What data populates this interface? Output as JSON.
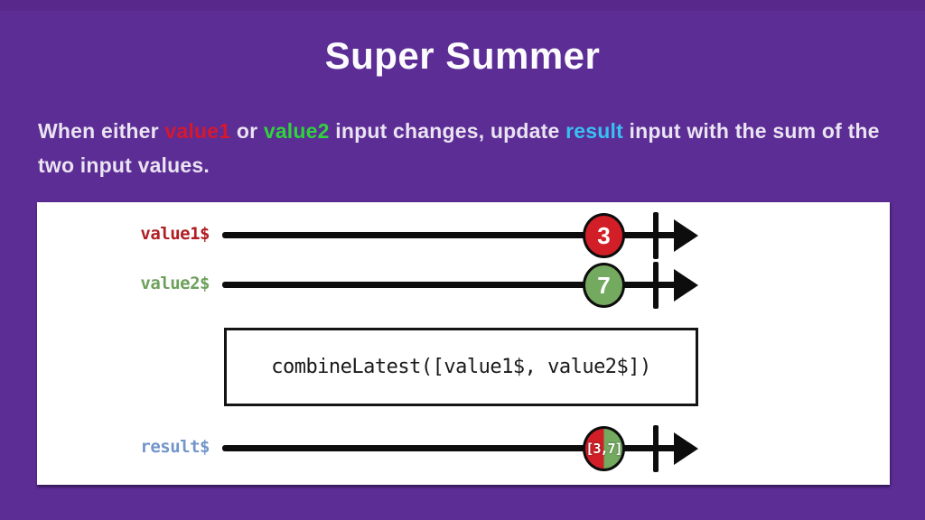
{
  "slide": {
    "title": "Super Summer",
    "description": {
      "seg1": "When either ",
      "value1_keyword": "value1",
      "seg2": " or ",
      "value2_keyword": "value2",
      "seg3": " input changes, update ",
      "result_keyword": "result",
      "seg4": " input with the sum of the",
      "seg5": "two input values."
    }
  },
  "diagram": {
    "streams": [
      {
        "label": "value1$",
        "marble_value": "3"
      },
      {
        "label": "value2$",
        "marble_value": "7"
      },
      {
        "label": "result$",
        "marble_value": "[3,7]"
      }
    ],
    "operator": "combineLatest([value1$, value2$])"
  },
  "colors": {
    "background": "#5c2d95",
    "top_strip": "#58298a",
    "title_text": "#fcfbfe",
    "body_text": "#eae4f2",
    "value1_keyword": "#d6182e",
    "value2_keyword": "#2fd43c",
    "result_keyword": "#37c1f2",
    "value1_label": "#b01e23",
    "value2_label": "#6da15c",
    "result_label": "#7295cb",
    "marble_red": "#d21f27",
    "marble_green": "#74aa5f",
    "timeline_black": "#0d0d0d",
    "panel_background": "#ffffff"
  }
}
